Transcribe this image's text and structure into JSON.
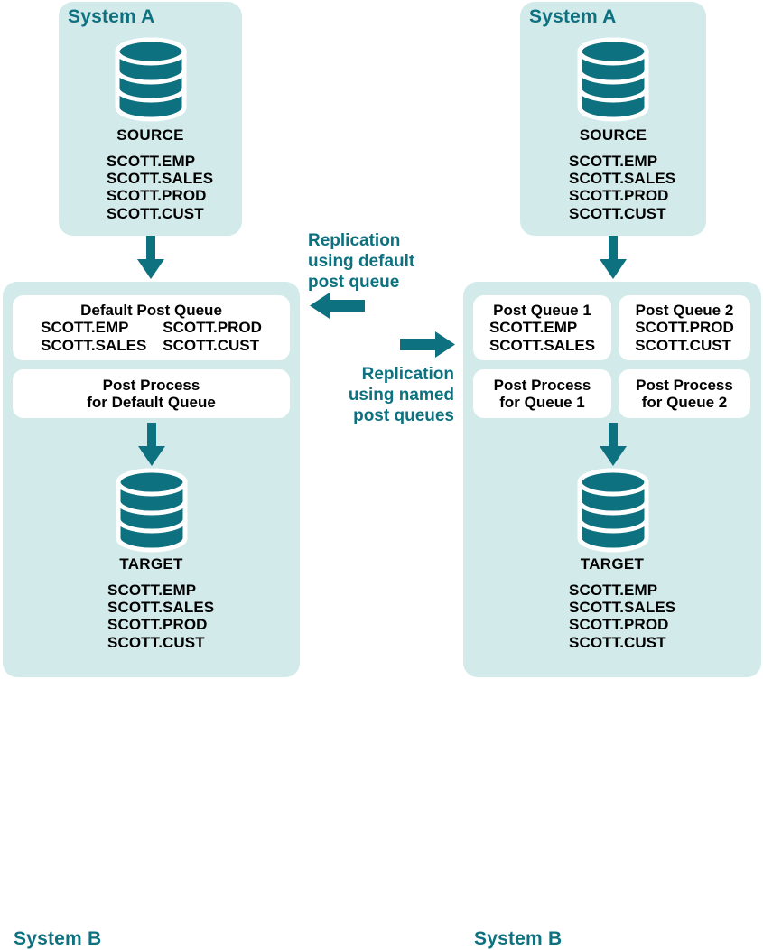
{
  "colors": {
    "panel_bg": "#d2eaea",
    "teal": "#0d7180",
    "box_bg": "#ffffff",
    "text": "#000000"
  },
  "left_scenario": {
    "source_panel": {
      "title": "System A",
      "db_icon": "database-cylinder-icon",
      "db_label": "SOURCE",
      "tables": [
        "SCOTT.EMP",
        "SCOTT.SALES",
        "SCOTT.PROD",
        "SCOTT.CUST"
      ]
    },
    "target_panel": {
      "title": "System B",
      "queue_box": {
        "header": "Default Post Queue",
        "col1": [
          "SCOTT.EMP",
          "SCOTT.SALES"
        ],
        "col2": [
          "SCOTT.PROD",
          "SCOTT.CUST"
        ]
      },
      "process_box": {
        "line1": "Post Process",
        "line2": "for Default Queue"
      },
      "db_icon": "database-cylinder-icon",
      "db_label": "TARGET",
      "tables": [
        "SCOTT.EMP",
        "SCOTT.SALES",
        "SCOTT.PROD",
        "SCOTT.CUST"
      ]
    }
  },
  "right_scenario": {
    "source_panel": {
      "title": "System A",
      "db_icon": "database-cylinder-icon",
      "db_label": "SOURCE",
      "tables": [
        "SCOTT.EMP",
        "SCOTT.SALES",
        "SCOTT.PROD",
        "SCOTT.CUST"
      ]
    },
    "target_panel": {
      "title": "System B",
      "queue_box_1": {
        "header": "Post Queue 1",
        "tables": [
          "SCOTT.EMP",
          "SCOTT.SALES"
        ]
      },
      "queue_box_2": {
        "header": "Post Queue 2",
        "tables": [
          "SCOTT.PROD",
          "SCOTT.CUST"
        ]
      },
      "process_box_1": {
        "line1": "Post Process",
        "line2": "for Queue 1"
      },
      "process_box_2": {
        "line1": "Post Process",
        "line2": "for Queue 2"
      },
      "db_icon": "database-cylinder-icon",
      "db_label": "TARGET",
      "tables": [
        "SCOTT.EMP",
        "SCOTT.SALES",
        "SCOTT.PROD",
        "SCOTT.CUST"
      ]
    }
  },
  "center": {
    "caption_left": {
      "line1": "Replication",
      "line2": "using default",
      "line3": "post queue"
    },
    "caption_right": {
      "line1": "Replication",
      "line2": "using named",
      "line3": "post queues"
    },
    "arrow_left_icon": "arrow-left-icon",
    "arrow_right_icon": "arrow-right-icon"
  }
}
